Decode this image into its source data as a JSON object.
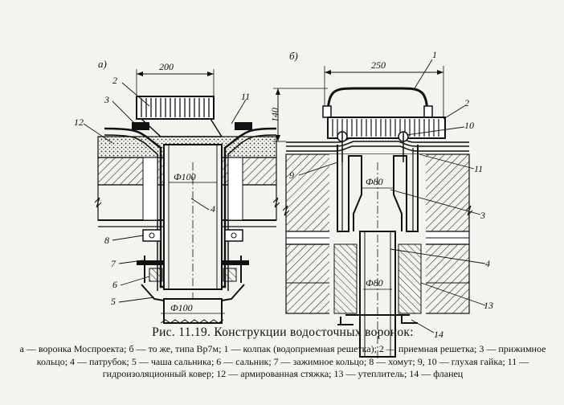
{
  "figure": {
    "label_a": "а)",
    "label_b": "б)",
    "dims": {
      "a_width": "200",
      "a_d_top": "Ф100",
      "a_d_bottom": "Ф100",
      "b_width": "250",
      "b_height": "140",
      "b_d_top": "Ф80",
      "b_d_bottom": "Ф80"
    },
    "parts_a": [
      "2",
      "3",
      "11",
      "12",
      "4",
      "8",
      "7",
      "6",
      "5"
    ],
    "parts_b": [
      "1",
      "2",
      "10",
      "9",
      "11",
      "3",
      "4",
      "13",
      "14"
    ]
  },
  "caption": {
    "title": "Рис. 11.19. Конструкции водосточных воронок:",
    "legend": "а — воронка Моспроекта; б — то же, типа Вр7м; 1 — колпак (водоприемная решетка); 2 — приемная решетка; 3 — прижимное кольцо; 4 — патрубок; 5 — чаша сальника; 6 — сальник; 7 — зажимное кольцо; 8 — хомут; 9, 10 — глухая гайка; 11 — гидроизоляционный ковер; 12 — армированная стяжка; 13 — утеплитель; 14 — фланец"
  },
  "colors": {
    "ink": "#111111",
    "paper": "#f4f3ef",
    "hatch": "#2a2a2a"
  }
}
